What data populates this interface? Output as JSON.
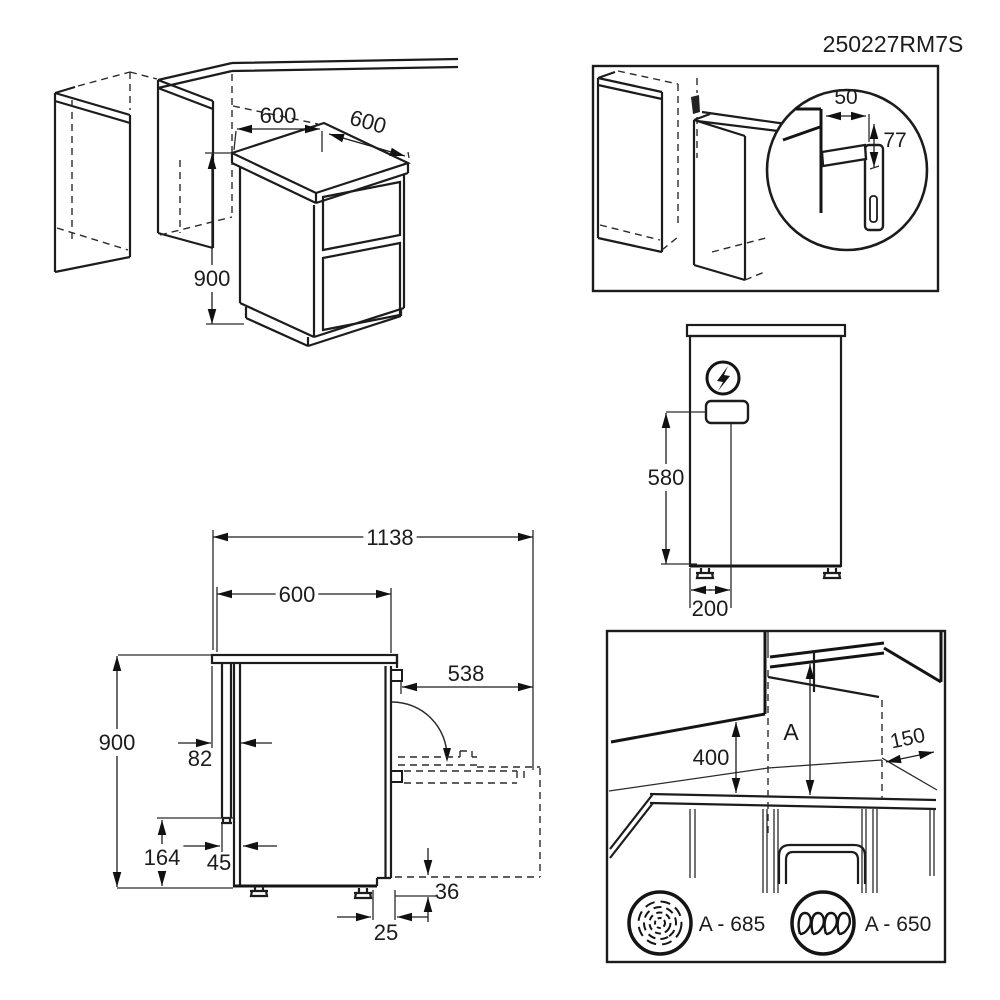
{
  "doc_code": "250227RM7S",
  "iso_view": {
    "dim_width": "600",
    "dim_depth": "600",
    "dim_height": "900"
  },
  "detail_panel": {
    "dim_bracket_offset": "50",
    "dim_bracket_height": "77",
    "icon": "wall-bracket-magnifier"
  },
  "rear_view": {
    "icon": "electric-hazard",
    "dim_terminal_height": "580",
    "dim_terminal_offset": "200"
  },
  "side_view": {
    "dim_total_depth_open": "1138",
    "dim_depth": "600",
    "dim_height": "900",
    "dim_back_offset": "82",
    "dim_door_open": "538",
    "dim_lower_back_height": "164",
    "dim_lower_back_offset": "45",
    "dim_plinth_inset": "25",
    "dim_plinth_clearance": "36"
  },
  "clearance_panel": {
    "dim_left_clearance": "400",
    "dim_hood_clearance": "A",
    "dim_side_clearance": "150",
    "legend": [
      {
        "icon": "radiant-fan-symbol",
        "label": "A - 685"
      },
      {
        "icon": "induction-coil-symbol",
        "label": "A - 650"
      }
    ]
  }
}
